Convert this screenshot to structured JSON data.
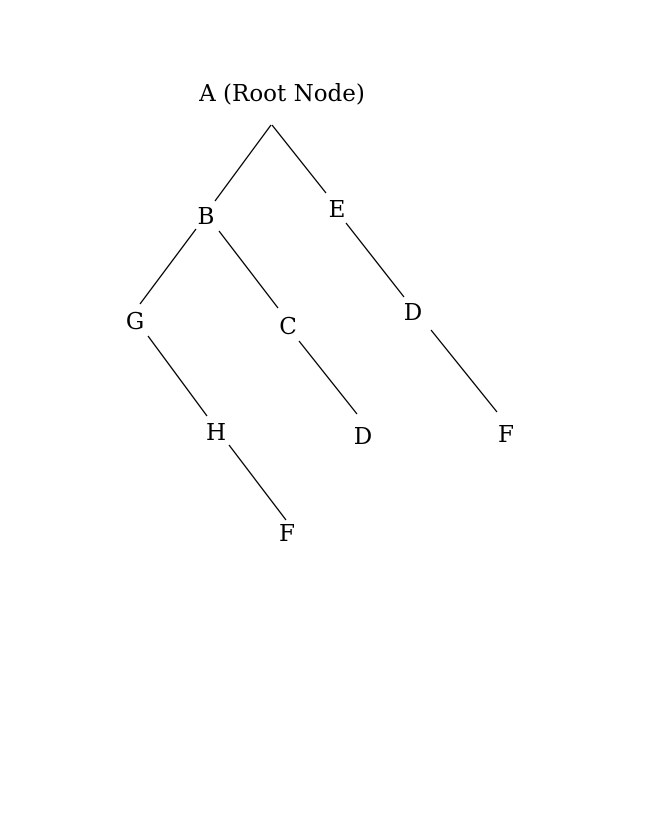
{
  "diagram": {
    "type": "tree",
    "line_color": "#000000",
    "nodes": {
      "a": "A (Root Node)",
      "b": "B",
      "e": "E",
      "g": "G",
      "c": "C",
      "d_right": "D",
      "h": "H",
      "d_c": "D",
      "f_right": "F",
      "f_h": "F"
    },
    "edges": [
      [
        "a",
        "b"
      ],
      [
        "a",
        "e"
      ],
      [
        "b",
        "g"
      ],
      [
        "b",
        "c"
      ],
      [
        "e",
        "d_right"
      ],
      [
        "g",
        "h"
      ],
      [
        "c",
        "d_c"
      ],
      [
        "d_right",
        "f_right"
      ],
      [
        "h",
        "f_h"
      ]
    ]
  }
}
